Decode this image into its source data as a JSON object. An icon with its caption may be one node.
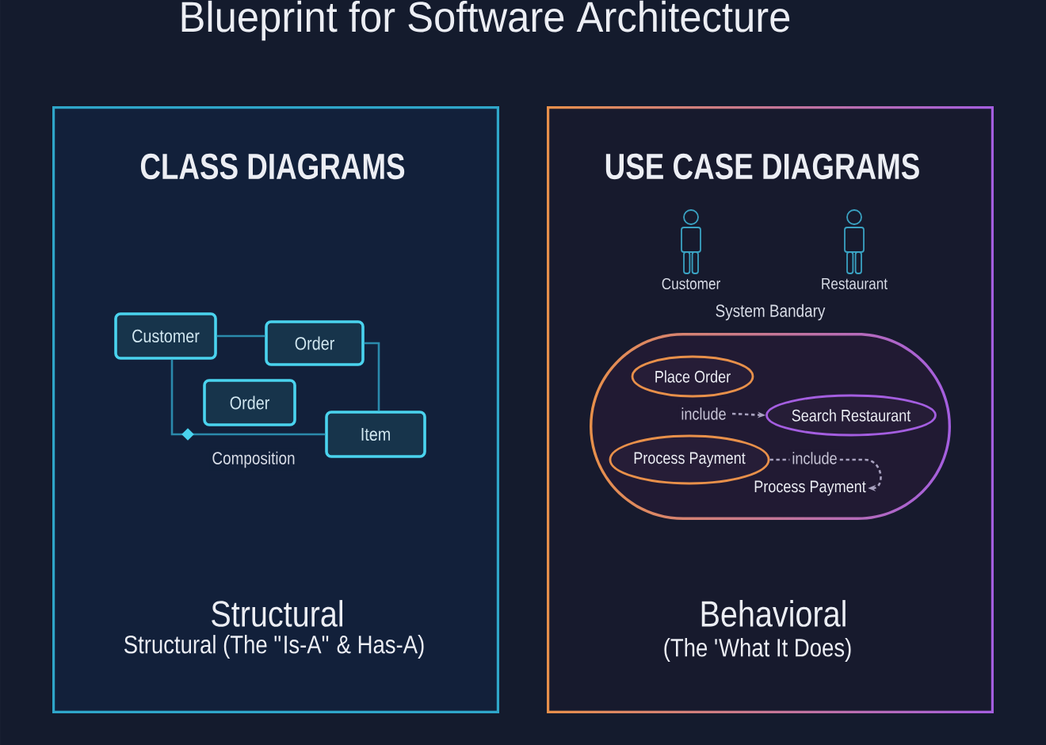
{
  "diagram": {
    "title": "Blueprint for Software Architecture",
    "nodes": [
      {
        "text": [
          "CLASS DIAGRAMS",
          "Structural",
          "Structural (The \"Is-A\" & Has-A)"
        ]
      },
      {
        "text": [
          "Customer"
        ],
        "in": 0
      },
      {
        "text": [
          "Order"
        ],
        "in": 0
      },
      {
        "text": [
          "Order"
        ],
        "in": 0
      },
      {
        "text": [
          "Item"
        ],
        "in": 0
      },
      {
        "text": [
          "USE CASE DIAGRAMS",
          "Behavioral",
          "(The 'What It Does)"
        ]
      },
      {
        "text": [
          "System Bandary"
        ],
        "in": 5
      },
      {
        "text": [
          "Place Order"
        ],
        "in": 6
      },
      {
        "text": [
          "Search Restaurant"
        ],
        "in": 6
      },
      {
        "text": [
          "Process Payment"
        ],
        "in": 6
      },
      {
        "text": [
          "Process Payment"
        ],
        "in": 6
      }
    ],
    "edges": [
      {
        "from": 1,
        "to": 2,
        "arrow": "none"
      },
      {
        "from": 2,
        "to": 4,
        "arrow": "none"
      },
      {
        "from": 1,
        "to": 4,
        "arrow": "none",
        "label": "Composition"
      },
      {
        "from": null,
        "to": 8,
        "arrow": "to",
        "label": "include",
        "style": "dashed",
        "color": "#a8a2bf"
      },
      {
        "from": 9,
        "to": 10,
        "arrow": "to",
        "label": "include",
        "style": "dashed",
        "color": "#a8a2bf"
      }
    ],
    "labels": [
      "Customer",
      "Restaurant"
    ]
  }
}
